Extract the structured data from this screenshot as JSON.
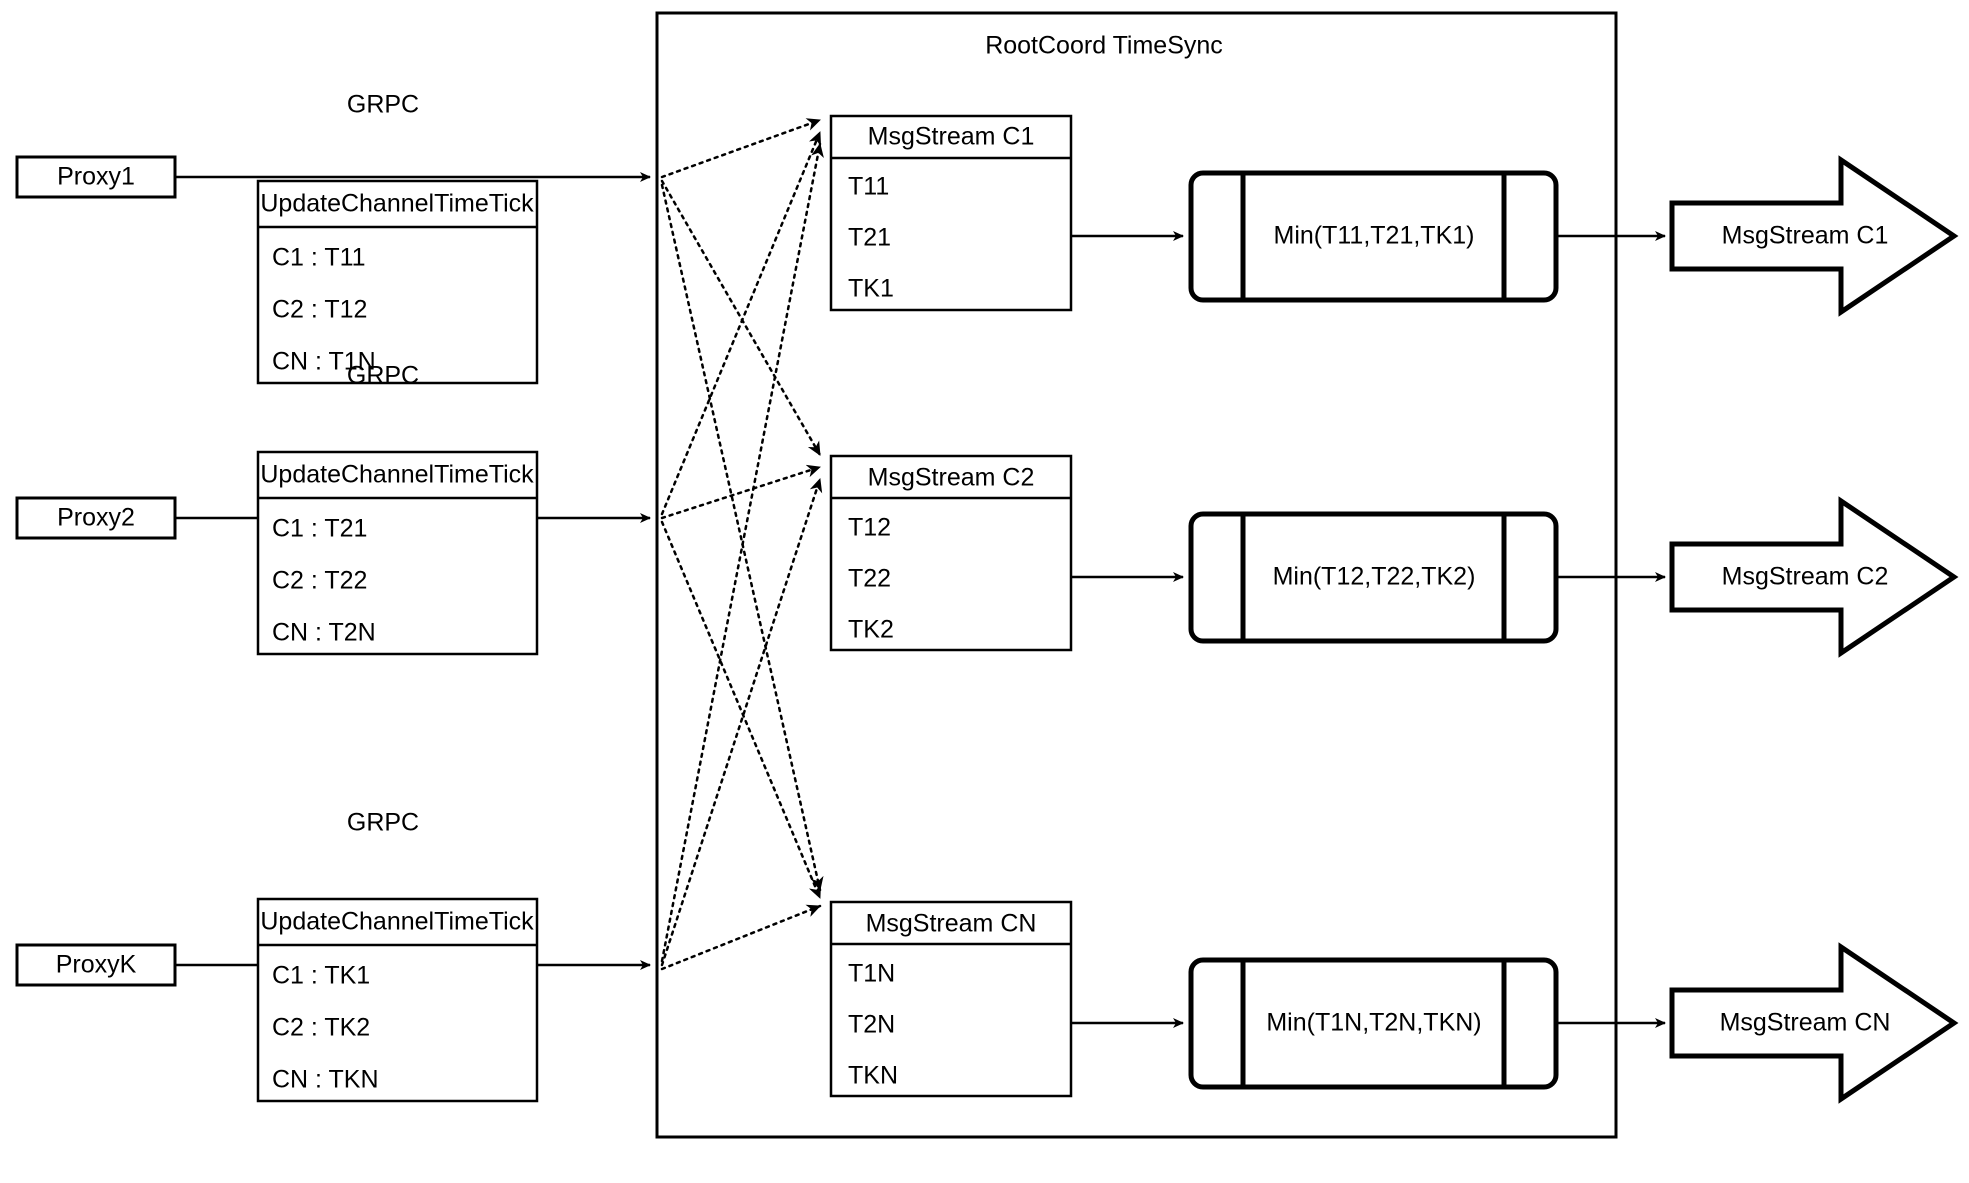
{
  "diagram": {
    "title": "RootCoord TimeSync",
    "background_color": "#ffffff",
    "stroke_color": "#000000"
  },
  "proxies": [
    {
      "name": "Proxy1",
      "link_label": "GRPC",
      "rpc": {
        "header": "UpdateChannelTimeTick",
        "rows": [
          "C1 :  T11",
          "C2 :  T12",
          "CN : T1N"
        ]
      }
    },
    {
      "name": "Proxy2",
      "link_label": "GRPC",
      "rpc": {
        "header": "UpdateChannelTimeTick",
        "rows": [
          "C1 :  T21",
          "C2 :  T22",
          "CN : T2N"
        ]
      }
    },
    {
      "name": "ProxyK",
      "link_label": "GRPC",
      "rpc": {
        "header": "UpdateChannelTimeTick",
        "rows": [
          "C1 :  TK1",
          "C2 :  TK2",
          "CN : TKN"
        ]
      }
    }
  ],
  "channels": [
    {
      "stream_header": "MsgStream C1",
      "stream_items": [
        "T11",
        "T21",
        "TK1"
      ],
      "min_label": "Min(T11,T21,TK1)",
      "output_label": "MsgStream C1"
    },
    {
      "stream_header": "MsgStream C2",
      "stream_items": [
        "T12",
        "T22",
        "TK2"
      ],
      "min_label": "Min(T12,T22,TK2)",
      "output_label": "MsgStream C2"
    },
    {
      "stream_header": "MsgStream CN",
      "stream_items": [
        "T1N",
        "T2N",
        "TKN"
      ],
      "min_label": "Min(T1N,T2N,TKN)",
      "output_label": "MsgStream CN"
    }
  ]
}
